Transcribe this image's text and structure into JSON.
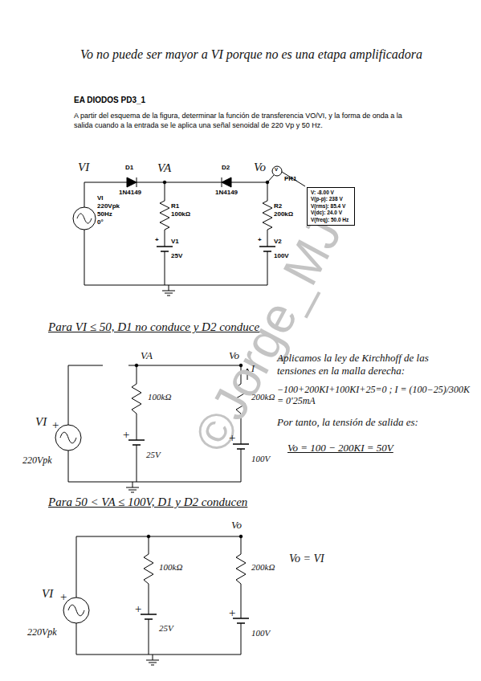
{
  "diagram": {
    "title": "EA DIODOS PD3_1",
    "nodes": [
      {
        "text": [
          "V: -8.00 V",
          "V(p-p): 238 V",
          "V(rms): 85.4 V",
          "V(dc): 24.0 V",
          "V(freq): 50.0 Hz"
        ]
      }
    ],
    "labels": [
      "Vo no puede ser mayor a VI porque no es una etapa amplificadora",
      "A partir del esquema de la figura, determinar la función de transferencia VO/VI, y la forma de onda a la salida cuando a la entrada se le aplica una señal senoidal de 220 Vp y 50 Hz.",
      "VI",
      "D1",
      "1N4149",
      "VA",
      "D2",
      "1N4149",
      "Vo",
      "PR1",
      "VI",
      "220Vpk",
      "50Hz",
      "0°",
      "R1",
      "100kΩ",
      "V1",
      "25V",
      "R2",
      "200kΩ",
      "V2",
      "100V",
      "+",
      "+",
      "©Jorge_MJ",
      "Para VI ≤ 50, D1 no conduce y D2 conduce",
      "VA",
      "Vo",
      "I",
      "VI",
      "220Vpk",
      "100kΩ",
      "25V",
      "200kΩ",
      "100V",
      "+",
      "+",
      "+",
      "Aplicamos la ley de Kirchhoff de las tensiones en la malla derecha:",
      "−100+200KI+100KI+25=0 ; I = (100−25)/300K = 0'25mA",
      "Por tanto, la tensión de salida es:",
      "Vo = 100 − 200KI = 50V",
      "Para 50 < VA ≤ 100V, D1 y D2 conducen",
      "Vo",
      "VI",
      "220Vpk",
      "100kΩ",
      "25V",
      "200kΩ",
      "100V",
      "+",
      "+",
      "+",
      "Vo = VI",
      "V"
    ]
  }
}
